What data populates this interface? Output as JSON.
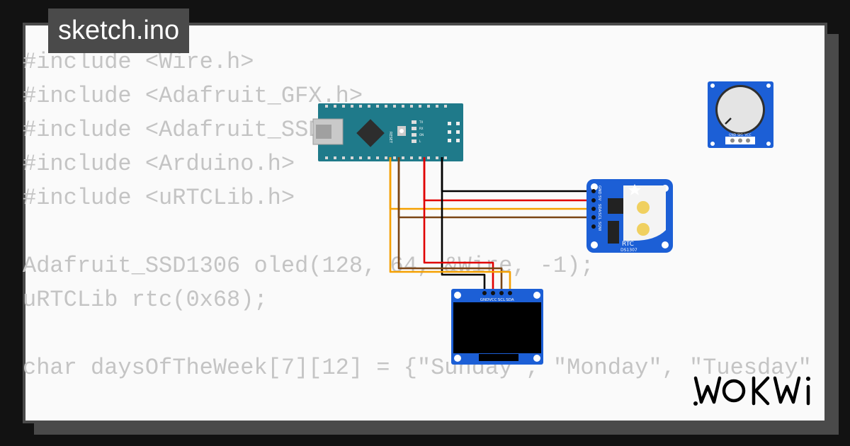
{
  "window": {
    "title": "sketch.ino"
  },
  "code": {
    "lines": [
      "#include <Wire.h>",
      "#include <Adafruit_GFX.h>",
      "#include <Adafruit_SSD1306.h>",
      "#include <Arduino.h>",
      "#include <uRTCLib.h>",
      "",
      "Adafruit_SSD1306 oled(128, 64, &Wire, -1);",
      "uRTCLib rtc(0x68);",
      "",
      "char daysOfTheWeek[7][12] = {\"Sunday\", \"Monday\", \"Tuesday\""
    ]
  },
  "components": {
    "oled": {
      "pins": [
        "GND",
        "VCC",
        "SCL",
        "SDA"
      ]
    },
    "rtc": {
      "label": "RTC",
      "chip": "DS1307",
      "pins": [
        "GND",
        "5V",
        "SDA",
        "SCL",
        "SQW"
      ]
    },
    "potentiometer": {
      "pins": [
        "GND",
        "SIG",
        "VCC"
      ]
    },
    "nano": {
      "reset_label": "RESET",
      "led_labels": [
        "TX",
        "RX",
        "ON",
        "L"
      ]
    }
  },
  "brand": {
    "logo_icon": "wokwi-logo"
  },
  "colors": {
    "wire_gnd": "#000000",
    "wire_vcc": "#e00000",
    "wire_sda": "#f5a000",
    "wire_scl": "#7a4515",
    "board": "#1f7a8a",
    "module": "#1c5fd6"
  }
}
